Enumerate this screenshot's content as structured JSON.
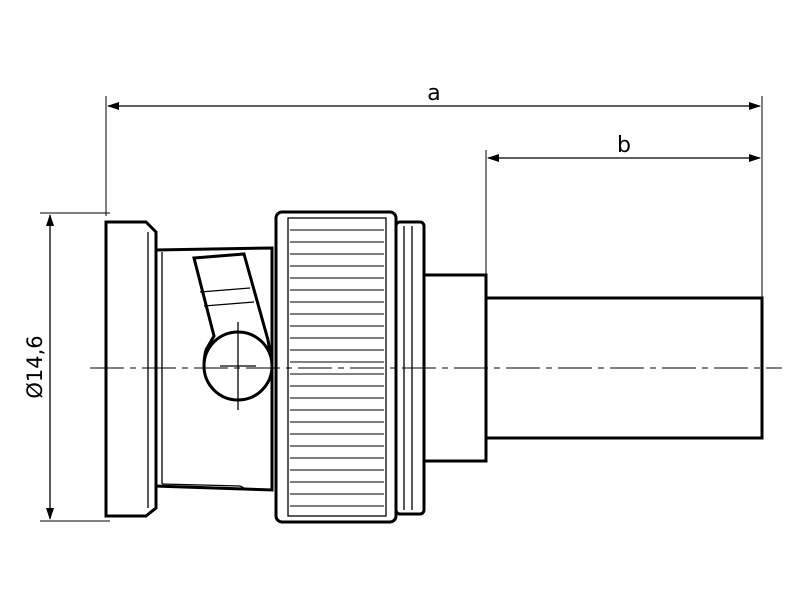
{
  "drawing": {
    "dimensions": {
      "overall_length_label": "a",
      "cable_length_label": "b",
      "diameter_label": "Ø14,6"
    },
    "line_color": "#000000",
    "background": "#ffffff"
  }
}
